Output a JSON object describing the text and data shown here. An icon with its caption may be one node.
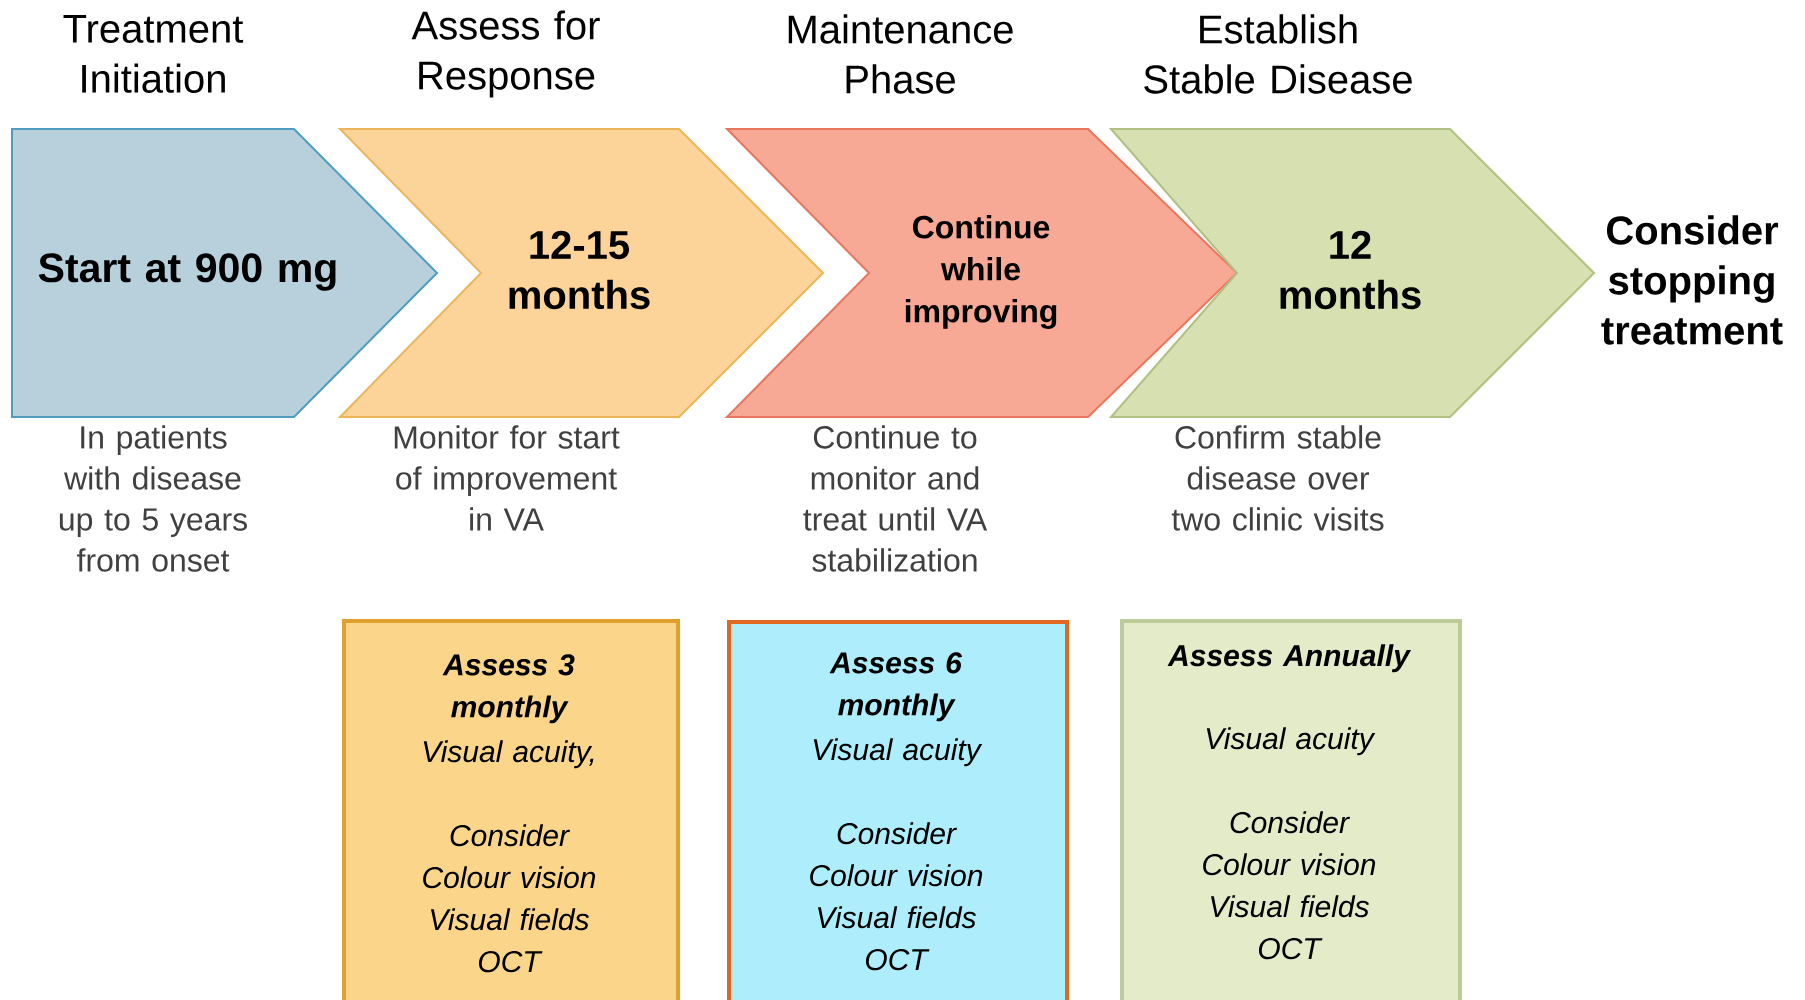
{
  "diagram": {
    "nodes": [
      {
        "text": [
          "Treatment Initiation",
          "Start at 900 mg"
        ],
        "beside": [
          "In patients with disease up to 5 years from onset"
        ]
      },
      {
        "text": [
          "Assess for Response",
          "12-15 months"
        ],
        "beside": [
          "Monitor for start of improvement in VA"
        ]
      },
      {
        "text": [
          "Maintenance Phase",
          "Continue while improving"
        ],
        "beside": [
          "Continue to monitor and treat until VA stabilization"
        ]
      },
      {
        "text": [
          "Establish Stable Disease",
          "12 months"
        ],
        "beside": [
          "Confirm stable disease over two clinic visits"
        ]
      },
      {
        "text": [
          "Assess 3 monthly",
          "Visual acuity,",
          "Consider",
          "Colour vision",
          "Visual fields",
          "OCT"
        ]
      },
      {
        "text": [
          "Assess 6 monthly",
          "Visual acuity",
          "Consider",
          "Colour vision",
          "Visual fields",
          "OCT"
        ]
      },
      {
        "text": [
          "Assess Annually",
          "Visual acuity",
          "Consider",
          "Colour vision",
          "Visual fields",
          "OCT"
        ]
      }
    ],
    "labels": [
      "Consider stopping treatment"
    ]
  }
}
